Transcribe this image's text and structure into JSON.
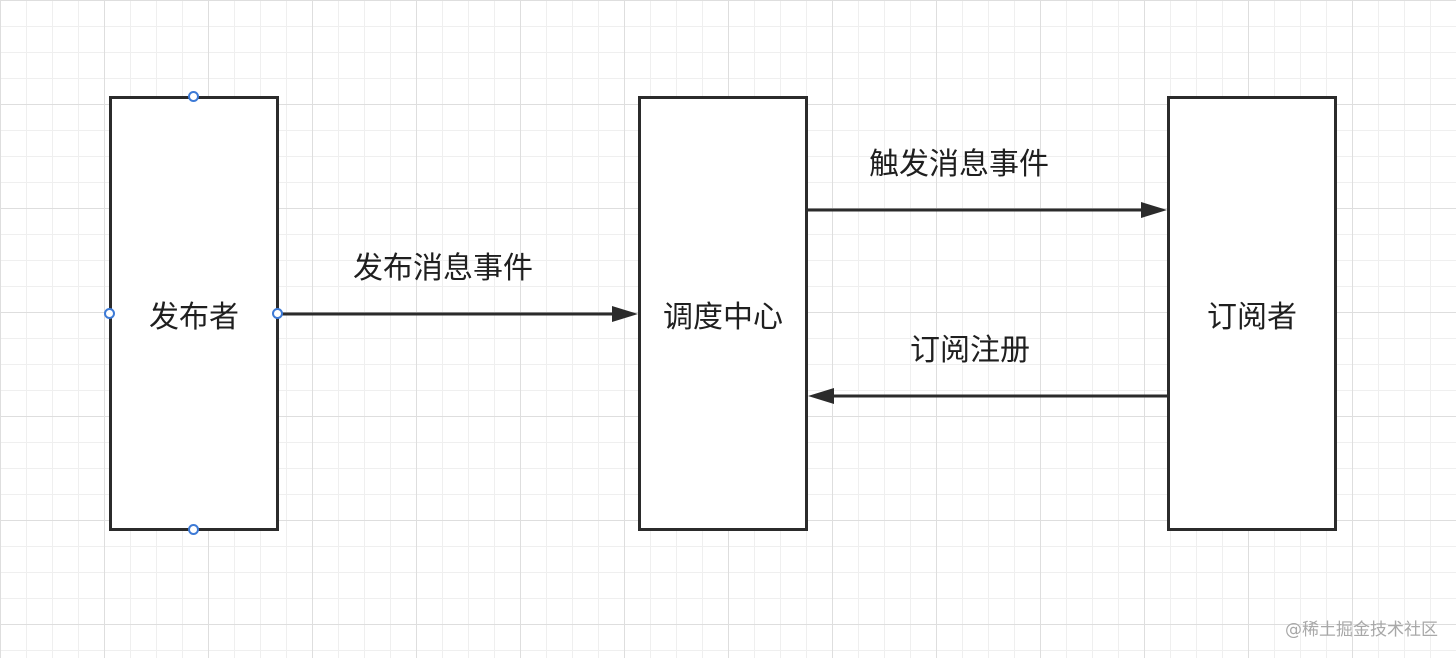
{
  "diagram": {
    "nodes": {
      "publisher": {
        "label": "发布者"
      },
      "dispatch_center": {
        "label": "调度中心"
      },
      "subscriber": {
        "label": "订阅者"
      }
    },
    "edges": {
      "publish": {
        "label": "发布消息事件",
        "from": "发布者",
        "to": "调度中心"
      },
      "trigger": {
        "label": "触发消息事件",
        "from": "调度中心",
        "to": "订阅者"
      },
      "subscribe": {
        "label": "订阅注册",
        "from": "订阅者",
        "to": "调度中心"
      }
    }
  },
  "watermark": "@稀土掘金技术社区",
  "colors": {
    "stroke": "#2b2b2b",
    "handle": "#3d7ad6",
    "grid_major": "#dedede",
    "grid_minor": "#efefef"
  }
}
